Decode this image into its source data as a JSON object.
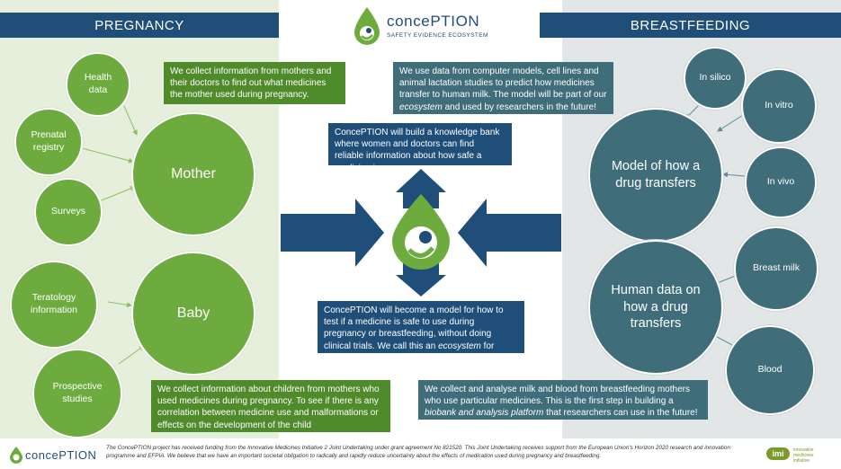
{
  "header": {
    "pregnancy": "PREGNANCY",
    "breastfeeding": "BREASTFEEDING",
    "logo_name": "concePTION",
    "logo_sub": "SAFETY EVIDENCE ECOSYSTEM"
  },
  "pregnancy": {
    "sources_mother": [
      "Health data",
      "Prenatal registry",
      "Surveys"
    ],
    "mother": "Mother",
    "sources_baby": [
      "Teratology information",
      "Prospective studies"
    ],
    "baby": "Baby",
    "text_mother": "We collect information from mothers and their doctors to find out what medicines the mother used during pregnancy.",
    "text_baby": "We collect information about children from mothers who used medicines during pregnancy. To see if there is any correlation between medicine use and malformations or effects on the development of the child"
  },
  "breastfeeding": {
    "model_sources": [
      "In silico",
      "In vitro",
      "In vivo"
    ],
    "model": "Model of how a drug transfers",
    "human_sources": [
      "Breast milk",
      "Blood"
    ],
    "human": "Human data on how a drug transfers",
    "text_model_a": "We use data from computer models, cell lines and animal lactation studies to predict how medicines transfer to human milk. The model will be part of our",
    "text_model_em": "ecosystem",
    "text_model_b": "and used by researchers in the future!",
    "text_human_a": "We collect and analyse milk and blood from breastfeeding mothers who use particular medicines. This is the first step in building a",
    "text_human_em": "biobank and analysis platform",
    "text_human_b": "that researchers can use in the future!"
  },
  "center": {
    "top_text": "ConcePTION will build a knowledge bank where women and doctors can find reliable information about how safe a medicine is.",
    "bottom_text_a": "ConcePTION will become a model for how to test if a medicine is safe to use during pregnancy or breastfeeding, without doing clinical trials. We call this an",
    "bottom_text_em": "ecosystem",
    "bottom_text_b": "for medicine safety!"
  },
  "footer": {
    "brand": "concePTION",
    "text": "The ConcePTION project has received funding from the Innovative Medicines Initiative 2 Joint Undertaking under grant agreement No 821520. This Joint Undertaking receives support from the European Union's Horizon 2020 research and innovation programme and EFPIA. We believe that we have an important societal obligation to radically and rapidly reduce uncertainty about the effects of medication used during pregnancy and breastfeeding.",
    "imi_mark": "imi",
    "imi_text": "innovative medicines initiative"
  },
  "colors": {
    "navy": "#1f4e79",
    "green": "#6eab3f",
    "dark_green": "#4f8a2b",
    "teal": "#3f6e7a",
    "left_bg": "#e6efdc",
    "right_bg": "#e3e6e7"
  }
}
